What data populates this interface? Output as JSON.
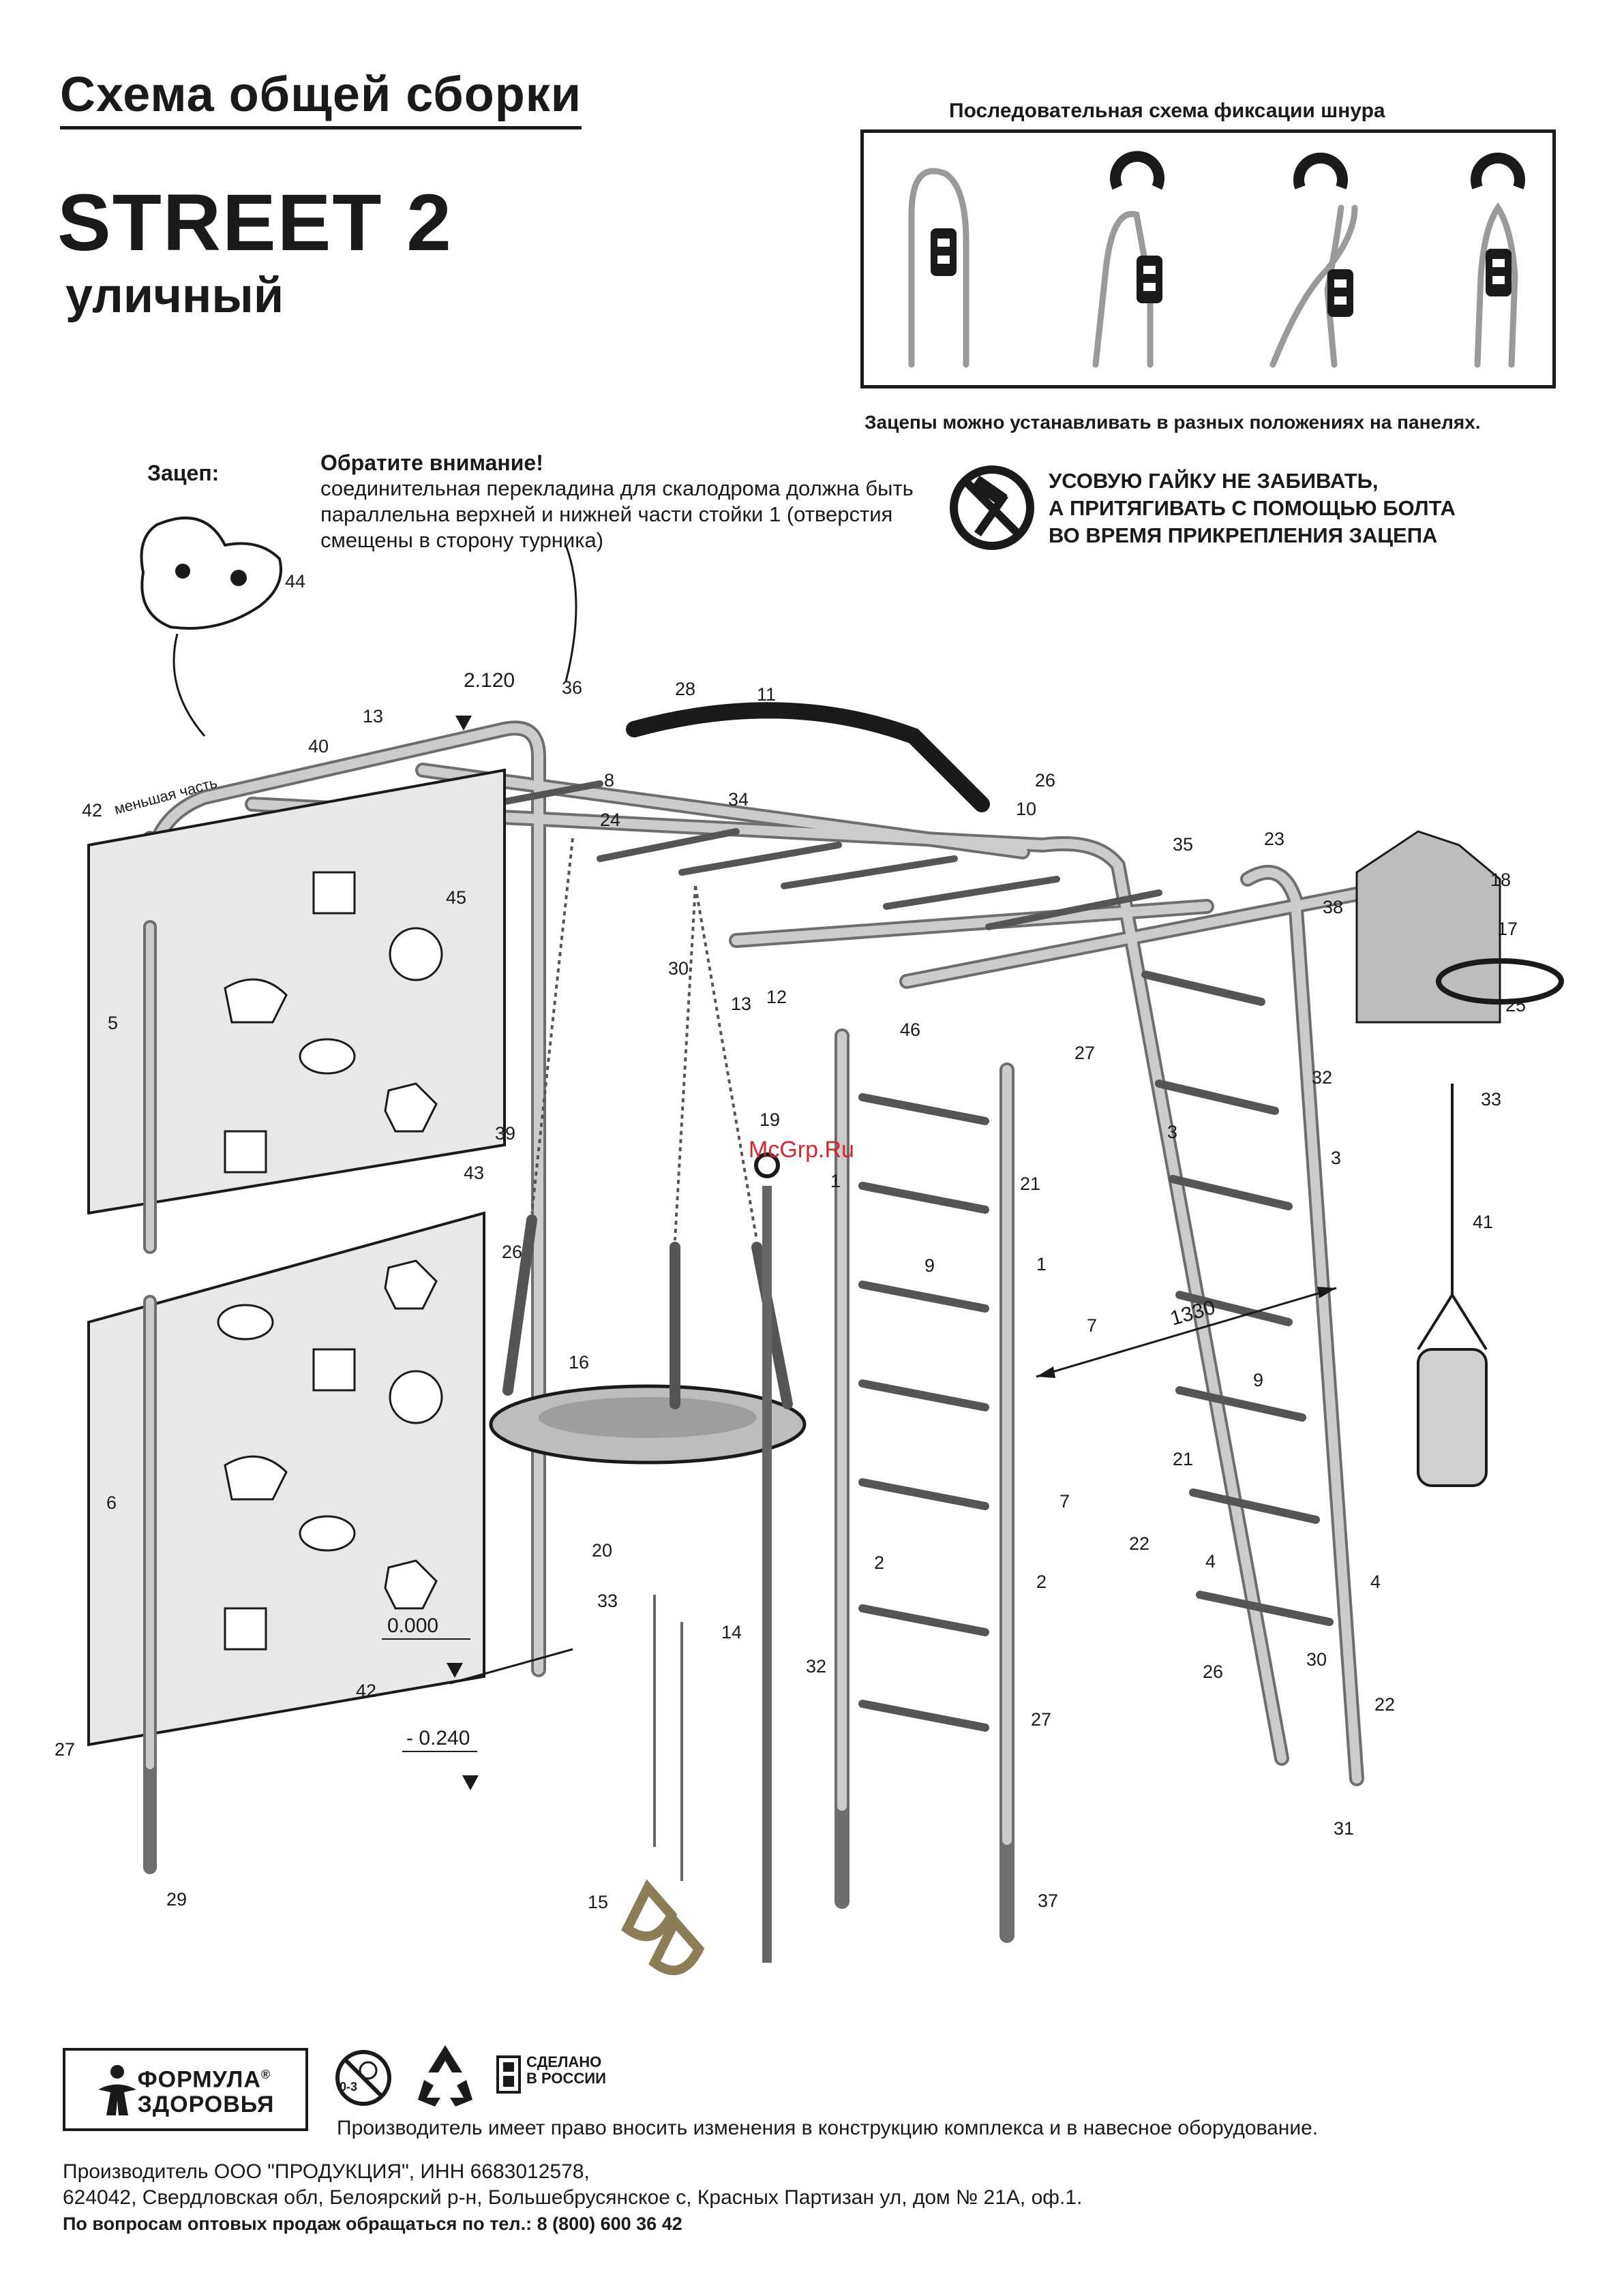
{
  "header": {
    "title": "Схема общей сборки",
    "model": "STREET 2",
    "subtitle": "уличный"
  },
  "cord_scheme": {
    "title": "Последовательная  схема фиксации шнура",
    "note": "Зацепы можно устанавливать в разных положениях на панелях."
  },
  "hold": {
    "label": "Зацеп:",
    "part_number": "44"
  },
  "attention": {
    "heading": "Обратите внимание!",
    "body": "соединительная перекладина для скалодрома должна быть параллельна верхней и нижней части стойки 1 (отверстия смещены в сторону турника)"
  },
  "warning": {
    "line1": "УСОВУЮ ГАЙКУ НЕ ЗАБИВАТЬ,",
    "line2": "А ПРИТЯГИВАТЬ С ПОМОЩЬЮ БОЛТА",
    "line3": "ВО ВРЕМЯ ПРИКРЕПЛЕНИЯ ЗАЦЕПА"
  },
  "diagram": {
    "smaller_part_label": "меньшая часть",
    "levels": {
      "top": "2.120",
      "ground": "0.000",
      "below": "- 0.240"
    },
    "width_dim": "1330",
    "callouts": [
      {
        "n": "42"
      },
      {
        "n": "40"
      },
      {
        "n": "13"
      },
      {
        "n": "36"
      },
      {
        "n": "28"
      },
      {
        "n": "11"
      },
      {
        "n": "8"
      },
      {
        "n": "34"
      },
      {
        "n": "24"
      },
      {
        "n": "26"
      },
      {
        "n": "10"
      },
      {
        "n": "35"
      },
      {
        "n": "23"
      },
      {
        "n": "18"
      },
      {
        "n": "38"
      },
      {
        "n": "17"
      },
      {
        "n": "25"
      },
      {
        "n": "45"
      },
      {
        "n": "30"
      },
      {
        "n": "13"
      },
      {
        "n": "12"
      },
      {
        "n": "46"
      },
      {
        "n": "27"
      },
      {
        "n": "5"
      },
      {
        "n": "33"
      },
      {
        "n": "32"
      },
      {
        "n": "3"
      },
      {
        "n": "3"
      },
      {
        "n": "41"
      },
      {
        "n": "39"
      },
      {
        "n": "43"
      },
      {
        "n": "19"
      },
      {
        "n": "1"
      },
      {
        "n": "21"
      },
      {
        "n": "1"
      },
      {
        "n": "26"
      },
      {
        "n": "9"
      },
      {
        "n": "7"
      },
      {
        "n": "16"
      },
      {
        "n": "9"
      },
      {
        "n": "6"
      },
      {
        "n": "7"
      },
      {
        "n": "21"
      },
      {
        "n": "20"
      },
      {
        "n": "2"
      },
      {
        "n": "2"
      },
      {
        "n": "22"
      },
      {
        "n": "4"
      },
      {
        "n": "4"
      },
      {
        "n": "33"
      },
      {
        "n": "14"
      },
      {
        "n": "32"
      },
      {
        "n": "26"
      },
      {
        "n": "30"
      },
      {
        "n": "22"
      },
      {
        "n": "42"
      },
      {
        "n": "27"
      },
      {
        "n": "27"
      },
      {
        "n": "31"
      },
      {
        "n": "15"
      },
      {
        "n": "37"
      },
      {
        "n": "29"
      }
    ]
  },
  "watermark": "McGrp.Ru",
  "footer": {
    "logo_line1": "ФОРМУЛА",
    "logo_reg": "®",
    "logo_line2": "ЗДОРОВЬЯ",
    "age_label": "0-3",
    "made_in_1": "СДЕЛАНО",
    "made_in_2": "В РОССИИ",
    "note": "Производитель имеет право вносить изменения в конструкцию комплекса и в навесное оборудование.",
    "manufacturer": "Производитель ООО \"ПРОДУКЦИЯ\", ИНН 6683012578,",
    "address": "624042, Свердловская обл, Белоярский р-н, Большебрусянское с, Красных Партизан ул, дом № 21А, оф.1.",
    "phone": "По вопросам оптовых продаж обращаться по тел.: 8 (800) 600 36 42"
  }
}
